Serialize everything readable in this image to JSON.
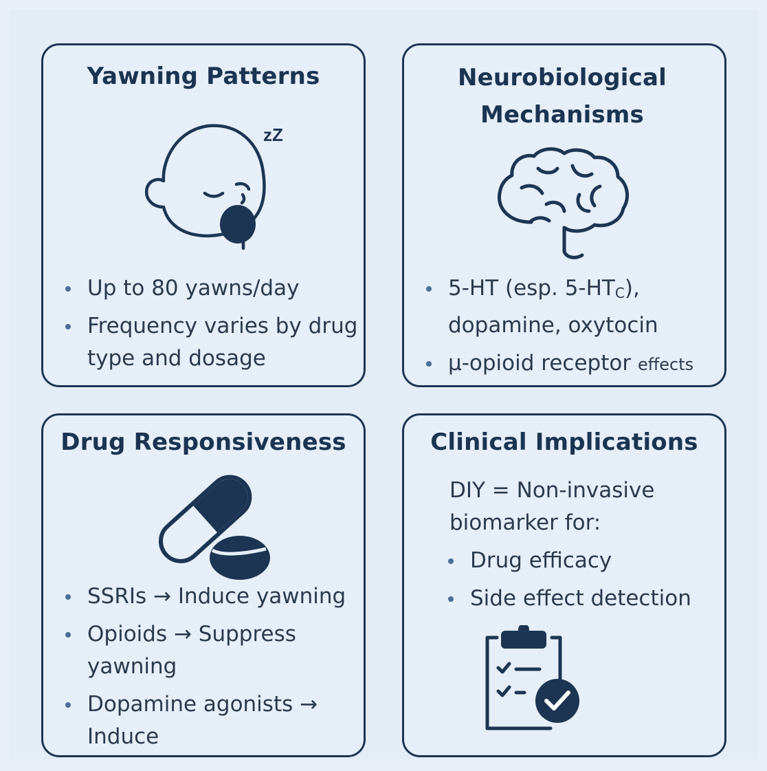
{
  "colors": {
    "background": "#e9eff6",
    "card_border": "#1c3553",
    "icon": "#1c3553",
    "accent": "#1f4a78"
  },
  "cards": {
    "yawning": {
      "title": "Yawning Patterns",
      "icon": "yawning-face-icon",
      "icon_text": "zZ",
      "bullets": [
        "Up to 80 yawns/day",
        "Frequency varies by drug type and dosage"
      ]
    },
    "neuro": {
      "title": "Neurobiological Mechanisms",
      "icon": "brain-icon",
      "bullet1_main": "5-HT (esp. 5-HT",
      "bullet1_sub": "C",
      "bullet1_end": "), dopamine, oxytocin",
      "bullet2_main": "μ-opioid receptor ",
      "bullet2_small": "effects"
    },
    "drug": {
      "title": "Drug Responsiveness",
      "icon": "pills-icon",
      "bullets": [
        "SSRIs → Induce yawning",
        "Opioids → Suppress yawning",
        "Dopamine agonists → Induce"
      ]
    },
    "clinical": {
      "title": "Clinical Implications",
      "icon": "clipboard-check-icon",
      "intro": "DIY = Non-invasive biomarker for:",
      "bullets": [
        "Drug efficacy",
        "Side effect detection"
      ]
    }
  }
}
